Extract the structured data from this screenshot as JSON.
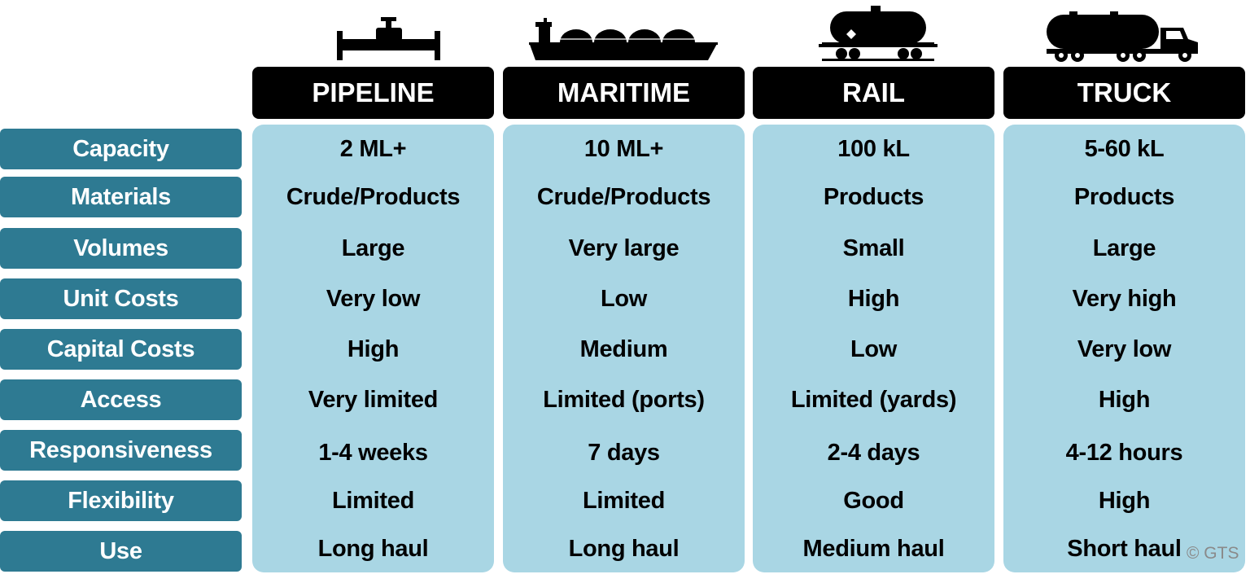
{
  "modes": [
    {
      "name": "PIPELINE",
      "icon": "pipeline-icon",
      "values": [
        "2 ML+",
        "Crude/Products",
        "Large",
        "Very low",
        "High",
        "Very limited",
        "1-4 weeks",
        "Limited",
        "Long haul"
      ]
    },
    {
      "name": "MARITIME",
      "icon": "tanker-ship-icon",
      "values": [
        "10 ML+",
        "Crude/Products",
        "Very large",
        "Low",
        "Medium",
        "Limited (ports)",
        "7 days",
        "Limited",
        "Long haul"
      ]
    },
    {
      "name": "RAIL",
      "icon": "rail-tank-car-icon",
      "values": [
        "100 kL",
        "Products",
        "Small",
        "High",
        "Low",
        "Limited (yards)",
        "2-4 days",
        "Good",
        "Medium haul"
      ]
    },
    {
      "name": "TRUCK",
      "icon": "tank-truck-icon",
      "values": [
        "5-60 kL",
        "Products",
        "Large",
        "Very high",
        "Very low",
        "High",
        "4-12 hours",
        "High",
        "Short haul"
      ]
    }
  ],
  "criteria": [
    "Capacity",
    "Materials",
    "Volumes",
    "Unit Costs",
    "Capital Costs",
    "Access",
    "Responsiveness",
    "Flexibility",
    "Use"
  ],
  "copyright": "© GTS",
  "colors": {
    "label_bg": "#2e7a92",
    "column_bg": "#a9d6e4",
    "header_bg": "#000000"
  }
}
